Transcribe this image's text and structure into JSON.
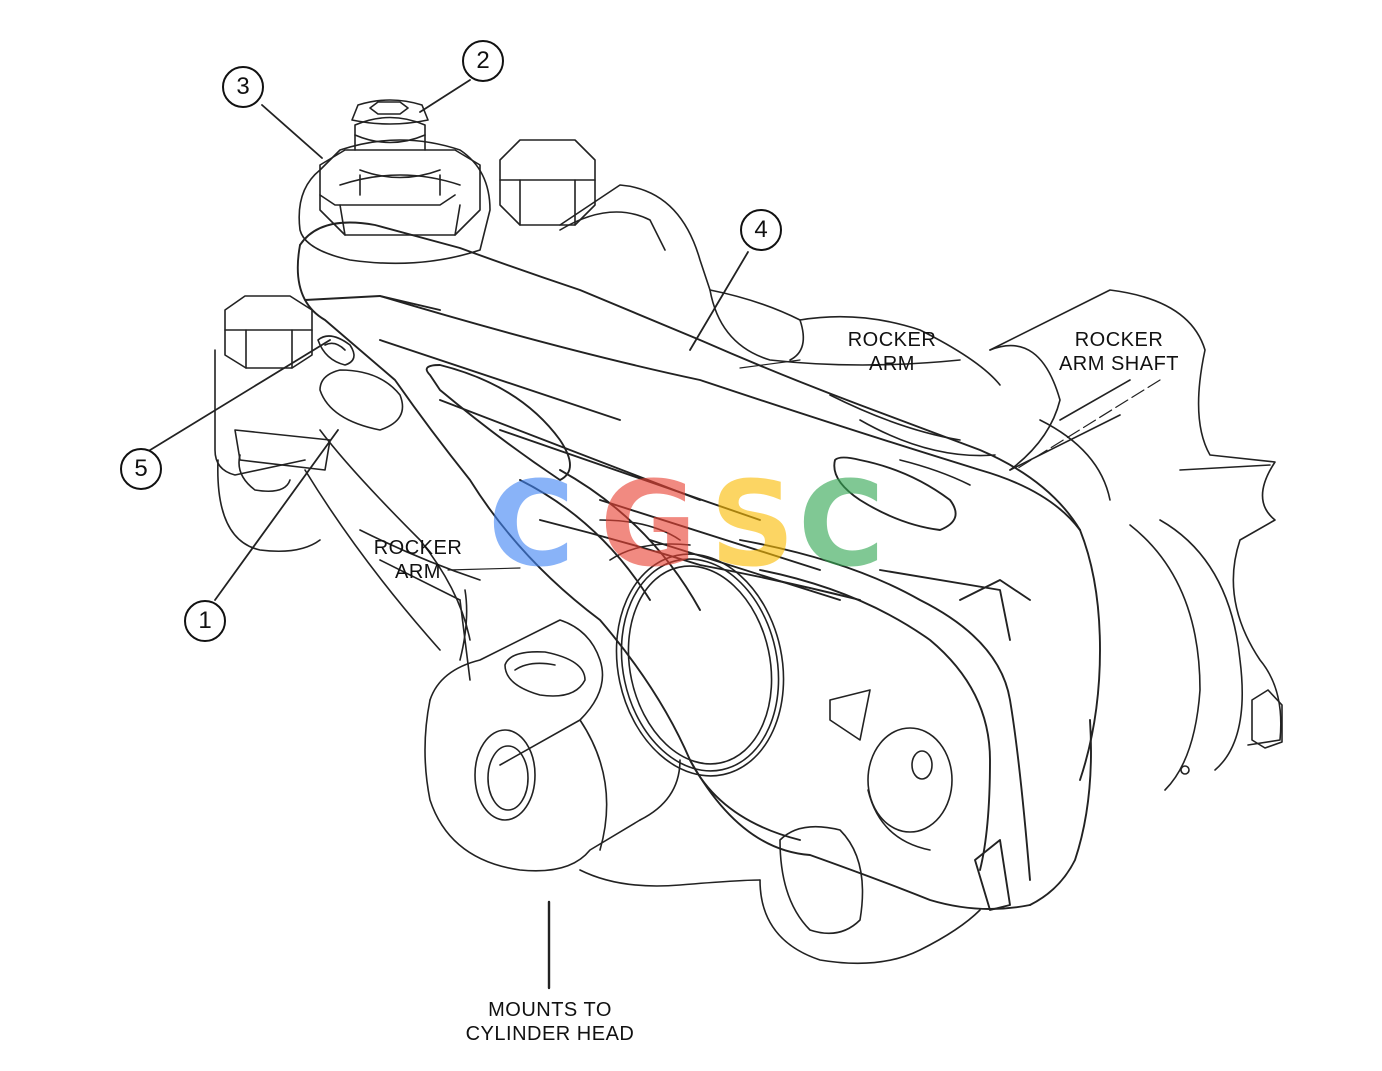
{
  "callouts": [
    {
      "id": "1",
      "label": "1"
    },
    {
      "id": "2",
      "label": "2"
    },
    {
      "id": "3",
      "label": "3"
    },
    {
      "id": "4",
      "label": "4"
    },
    {
      "id": "5",
      "label": "5"
    }
  ],
  "labels": {
    "rocker_arm_top_l1": "ROCKER",
    "rocker_arm_top_l2": "ARM",
    "rocker_arm_shaft_l1": "ROCKER",
    "rocker_arm_shaft_l2": "ARM SHAFT",
    "rocker_arm_left_l1": "ROCKER",
    "rocker_arm_left_l2": "ARM",
    "mounts_l1": "MOUNTS TO",
    "mounts_l2": "CYLINDER HEAD"
  },
  "watermark": {
    "letters": [
      "C",
      "G",
      "S",
      "C"
    ],
    "colors": [
      "#4285F4",
      "#EA4335",
      "#FBBC05",
      "#34A853"
    ]
  }
}
